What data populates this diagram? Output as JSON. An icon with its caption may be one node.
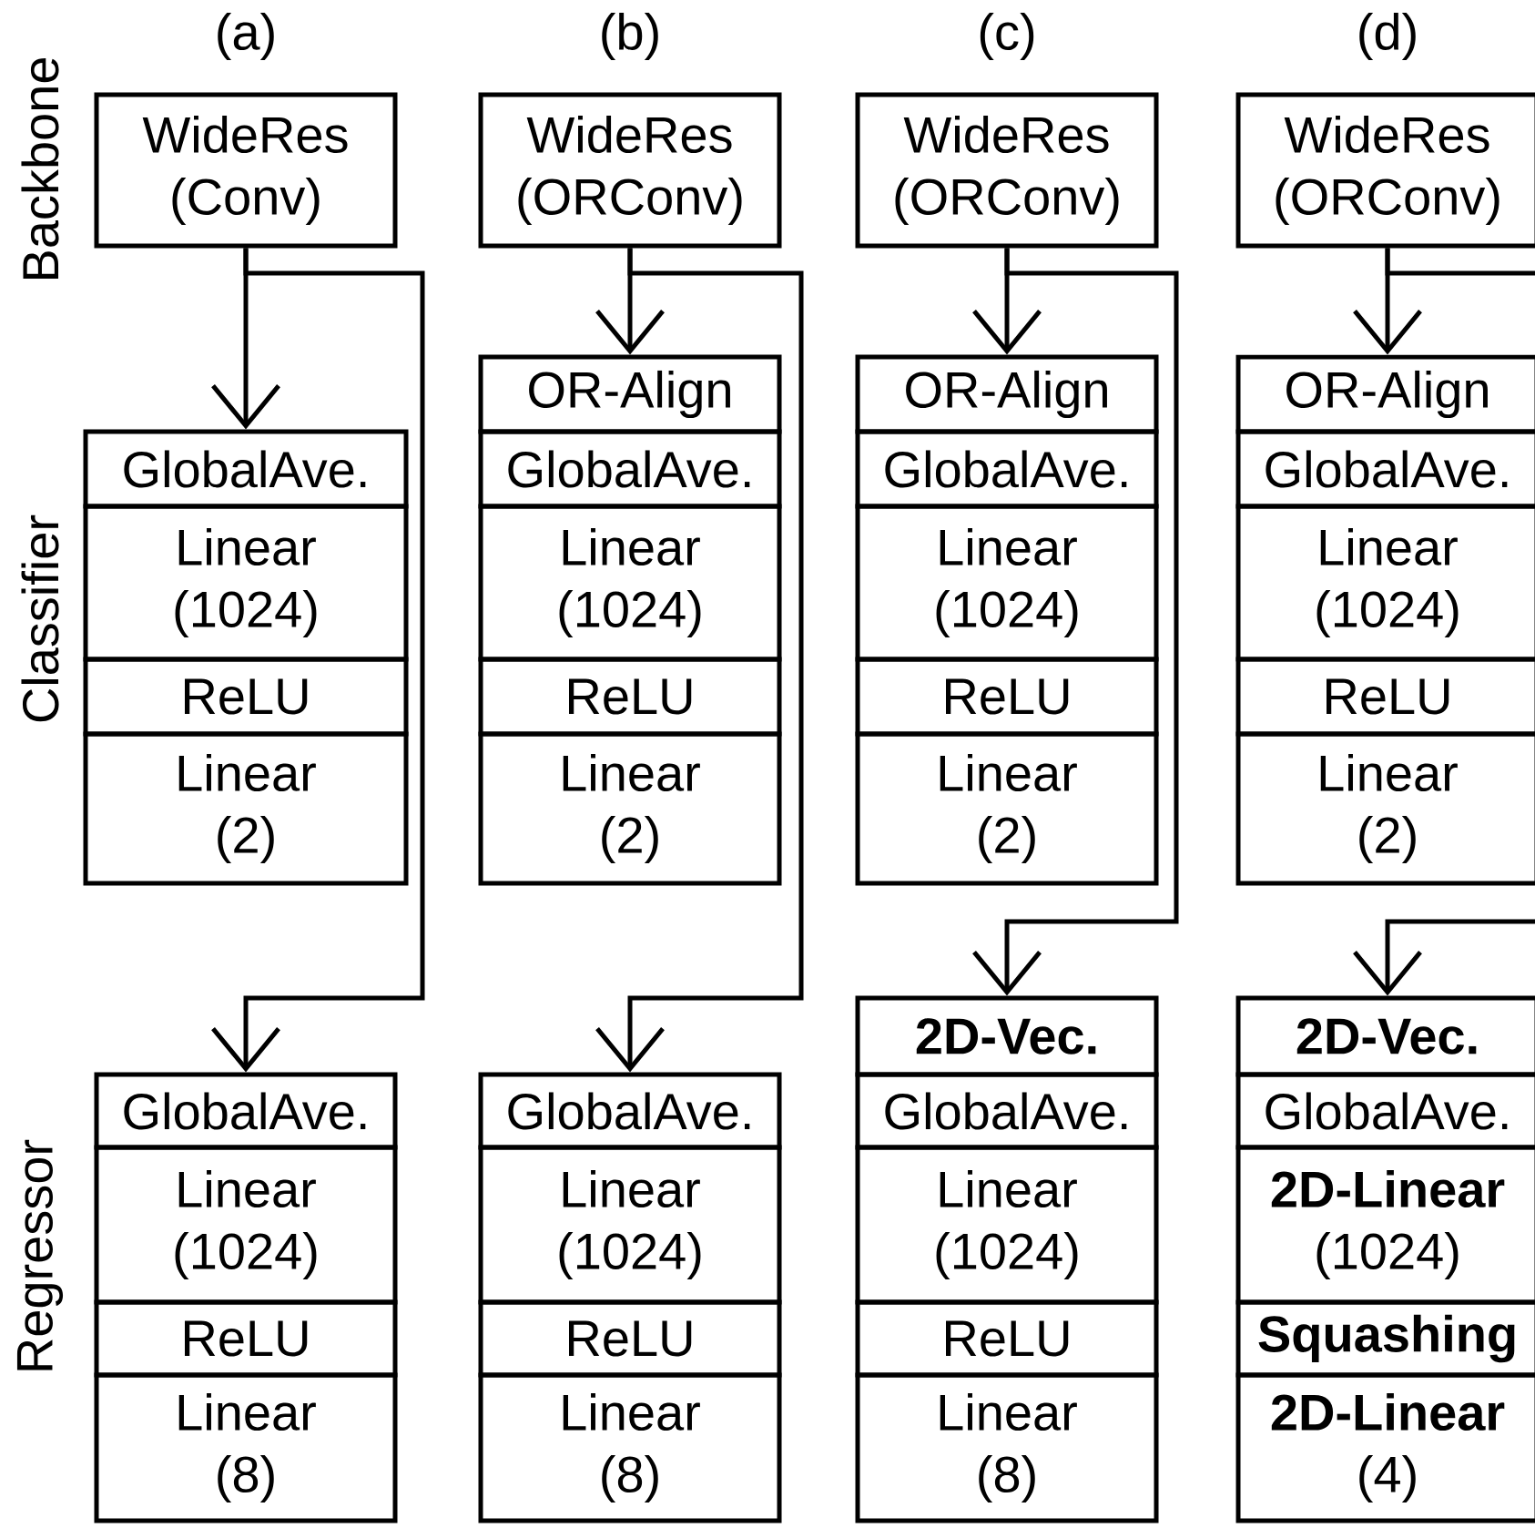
{
  "diagram": {
    "nodes": [
      {
        "text": [
          "WideRes (Conv)"
        ]
      },
      {
        "text": [
          "GlobalAve."
        ]
      },
      {
        "text": [
          "Linear (1024)"
        ]
      },
      {
        "text": [
          "ReLU"
        ]
      },
      {
        "text": [
          "Linear (2)"
        ]
      },
      {
        "text": [
          "GlobalAve."
        ]
      },
      {
        "text": [
          "Linear (1024)"
        ]
      },
      {
        "text": [
          "ReLU"
        ]
      },
      {
        "text": [
          "Linear (8)"
        ]
      },
      {
        "text": [
          "WideRes (ORConv)"
        ]
      },
      {
        "text": [
          "OR-Align"
        ]
      },
      {
        "text": [
          "GlobalAve."
        ]
      },
      {
        "text": [
          "Linear (1024)"
        ]
      },
      {
        "text": [
          "ReLU"
        ]
      },
      {
        "text": [
          "Linear (2)"
        ]
      },
      {
        "text": [
          "GlobalAve."
        ]
      },
      {
        "text": [
          "Linear (1024)"
        ]
      },
      {
        "text": [
          "ReLU"
        ]
      },
      {
        "text": [
          "Linear (8)"
        ]
      },
      {
        "text": [
          "WideRes (ORConv)"
        ]
      },
      {
        "text": [
          "OR-Align"
        ]
      },
      {
        "text": [
          "GlobalAve."
        ]
      },
      {
        "text": [
          "Linear (1024)"
        ]
      },
      {
        "text": [
          "ReLU"
        ]
      },
      {
        "text": [
          "Linear (2)"
        ]
      },
      {
        "text": [
          "2D-Vec."
        ]
      },
      {
        "text": [
          "GlobalAve."
        ]
      },
      {
        "text": [
          "Linear (1024)"
        ]
      },
      {
        "text": [
          "ReLU"
        ]
      },
      {
        "text": [
          "Linear (8)"
        ]
      },
      {
        "text": [
          "WideRes (ORConv)"
        ]
      },
      {
        "text": [
          "OR-Align"
        ]
      },
      {
        "text": [
          "GlobalAve."
        ]
      },
      {
        "text": [
          "Linear (1024)"
        ]
      },
      {
        "text": [
          "ReLU"
        ]
      },
      {
        "text": [
          "Linear (2)"
        ]
      },
      {
        "text": [
          "2D-Vec."
        ]
      },
      {
        "text": [
          "GlobalAve."
        ]
      },
      {
        "text": [
          "**2D-Linear** (1024)"
        ]
      },
      {
        "text": [
          "Squashing"
        ]
      },
      {
        "text": [
          "**2D-Linear** (4)"
        ]
      }
    ],
    "edges": [
      {
        "from": 0,
        "to": 1,
        "arrow": "to"
      },
      {
        "from": 0,
        "to": 5,
        "arrow": "to"
      },
      {
        "from": 9,
        "to": 10,
        "arrow": "to"
      },
      {
        "from": 9,
        "to": 15,
        "arrow": "to"
      },
      {
        "from": 19,
        "to": 20,
        "arrow": "to"
      },
      {
        "from": 19,
        "to": 25,
        "arrow": "to"
      },
      {
        "from": 30,
        "to": 31,
        "arrow": "to"
      },
      {
        "from": 30,
        "to": 36,
        "arrow": "to"
      }
    ],
    "labels": [
      "(a)",
      "(b)",
      "(c)",
      "(d)",
      "Backbone",
      "Classifier",
      "Regressor"
    ]
  }
}
